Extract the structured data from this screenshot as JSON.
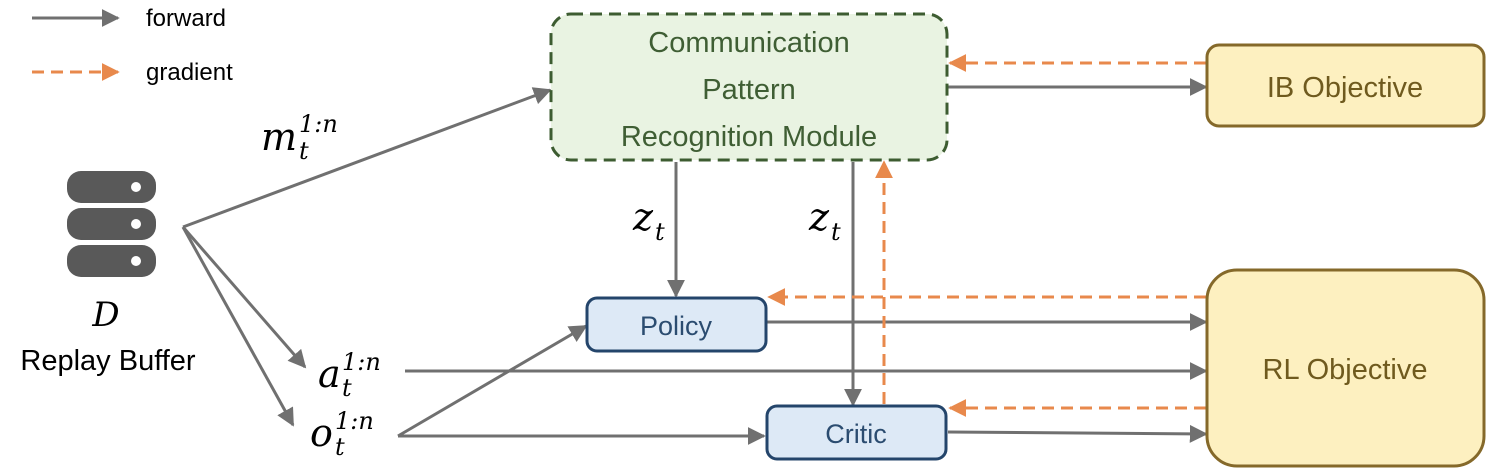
{
  "legend": {
    "forward_label": "forward",
    "gradient_label": "gradient"
  },
  "nodes": {
    "cprm": {
      "line1": "Communication",
      "line2": "Pattern",
      "line3": "Recognition Module"
    },
    "ib_objective": "IB Objective",
    "rl_objective": "RL Objective",
    "policy": "Policy",
    "critic": "Critic",
    "replay_buffer": {
      "symbol": "D",
      "label": "Replay Buffer"
    }
  },
  "variables": {
    "m": {
      "base": "m",
      "sub": "t",
      "sup": "1:n"
    },
    "a": {
      "base": "a",
      "sub": "t",
      "sup": "1:n"
    },
    "o": {
      "base": "o",
      "sub": "t",
      "sup": "1:n"
    },
    "z_policy": {
      "base": "z",
      "sub": "t"
    },
    "z_critic": {
      "base": "z",
      "sub": "t"
    }
  },
  "colors": {
    "forward_arrow": "#707070",
    "gradient_arrow": "#E8894C",
    "cprm_fill": "#E9F3E2",
    "cprm_border": "#3D5C31",
    "cprm_text": "#3F5E34",
    "objective_fill": "#FDF0C0",
    "objective_border": "#85692A",
    "objective_text": "#6F5A1E",
    "actor_fill": "#DDE9F6",
    "actor_border": "#24456B",
    "actor_text": "#2B4C70",
    "database_icon": "#595959"
  }
}
